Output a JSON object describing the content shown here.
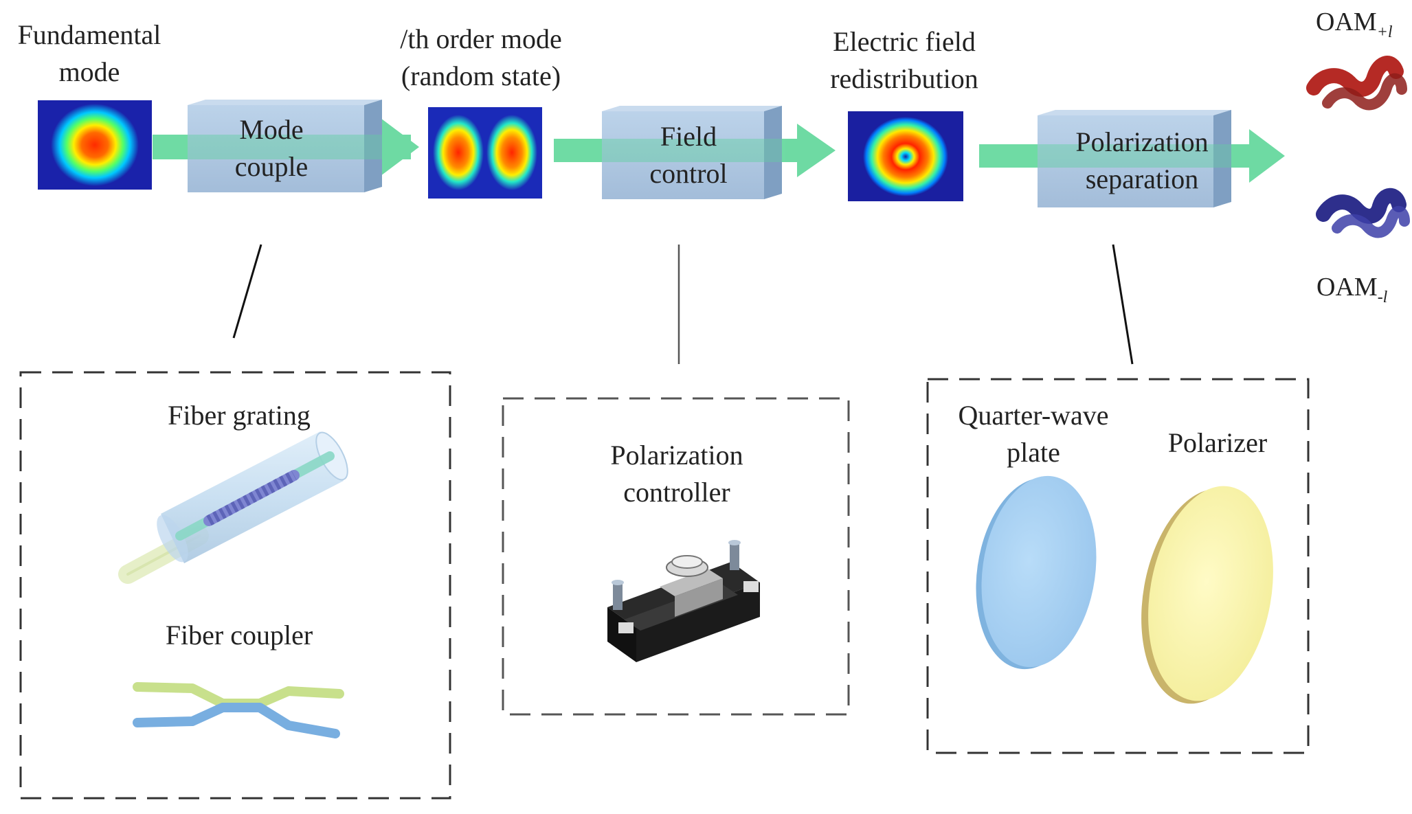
{
  "stages": {
    "fundamental": {
      "line1": "Fundamental",
      "line2": "mode"
    },
    "lth_mode": {
      "line1": "/th order mode",
      "line2": "(random state)"
    },
    "electric_field": {
      "line1": "Electric field",
      "line2": "redistribution"
    }
  },
  "blocks": {
    "mode_couple": {
      "line1": "Mode",
      "line2": "couple"
    },
    "field_control": {
      "line1": "Field",
      "line2": "control"
    },
    "polarization_separation": {
      "line1": "Polarization",
      "line2": "separation"
    }
  },
  "outputs": {
    "plus": {
      "base": "OAM",
      "sub": "+l"
    },
    "minus": {
      "base": "OAM",
      "sub": "-l"
    }
  },
  "details": {
    "mode_couple": {
      "item1": "Fiber grating",
      "item2": "Fiber coupler"
    },
    "field_control": {
      "line1": "Polarization",
      "line2": "controller"
    },
    "polarization_separation": {
      "qwp_line1": "Quarter-wave",
      "qwp_line2": "plate",
      "polarizer": "Polarizer"
    }
  },
  "colors": {
    "block_face": "#adc6e2",
    "arrow": "#5fd79a",
    "helix_plus": "#b52a25",
    "helix_minus": "#2e2f8c",
    "qwp": "#a9d4f4",
    "polarizer": "#fbf7b6"
  }
}
